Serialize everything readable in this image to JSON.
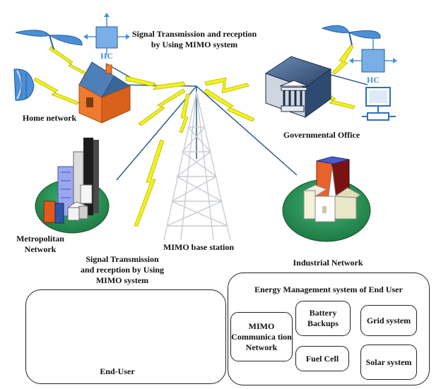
{
  "labels": {
    "title": "Signal Transmission and reception by Using MIMO system",
    "home": "Home network",
    "gov": "Governmental Office",
    "metro": "Metropolitan Network",
    "industrial": "Industrial Network",
    "base_station": "MIMO base station",
    "signal_left": "Signal Transmission and reception by Using MIMO system",
    "end_user": "End-User",
    "hc_left": "HC",
    "hc_right": "HC"
  },
  "energy_panel": {
    "title": "Energy Management system of End User",
    "boxes": {
      "mimo": "MIMO Communica tion Network",
      "battery": "Battery Backups",
      "grid": "Grid system",
      "fuel": "Fuel Cell",
      "solar": "Solar system"
    }
  },
  "colors": {
    "bolt": "#f2f21c",
    "link_line": "#2b5f8a",
    "house_wall": "#ef7a2e",
    "roof": "#4f7fb8",
    "ground": "#2f9e5b",
    "device_blue": "#3d86d6",
    "tower": "#c8ccd2"
  },
  "icons": [
    "antenna-icon",
    "dish-icon",
    "house-icon",
    "hc-box-icon",
    "government-building-icon",
    "computer-icon",
    "city-icon",
    "church-icon",
    "tower-icon",
    "phone-icon",
    "laptop-icon",
    "desktop-icon"
  ]
}
